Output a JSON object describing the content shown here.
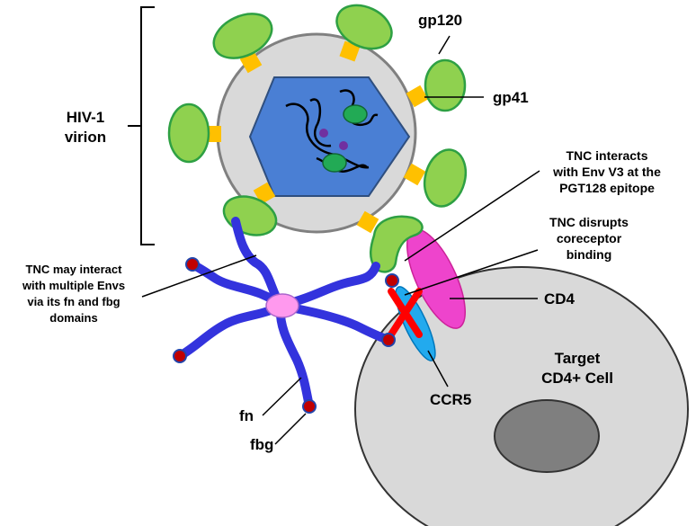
{
  "labels": {
    "virion_line1": "HIV-1",
    "virion_line2": "virion",
    "gp120": "gp120",
    "gp41": "gp41",
    "tnc_v3_line1": "TNC interacts",
    "tnc_v3_line2": "with Env V3 at the",
    "tnc_v3_line3": "PGT128 epitope",
    "tnc_disrupts_line1": "TNC disrupts",
    "tnc_disrupts_line2": "coreceptor",
    "tnc_disrupts_line3": "binding",
    "cd4": "CD4",
    "ccr5": "CCR5",
    "target_line1": "Target",
    "target_line2": "CD4+ Cell",
    "tnc_multi_line1": "TNC may interact",
    "tnc_multi_line2": "with multiple Envs",
    "tnc_multi_line3": "via its fn and fbg",
    "tnc_multi_line4": "domains",
    "fn": "fn",
    "fbg": "fbg"
  },
  "colors": {
    "virion_fill": "#d9d9d9",
    "capsid_fill": "#4a7fd4",
    "gp120_fill": "#8fd14f",
    "gp120_stroke": "#2ea043",
    "gp41_fill": "#ffc000",
    "tnc_arm": "#3333dd",
    "tnc_center": "#ff99ee",
    "fbg_knob": "#c00000",
    "cd4": "#ee44cc",
    "ccr5": "#22aaee",
    "block_x": "#ff0000",
    "cell_fill": "#d9d9d9",
    "nucleus_fill": "#7f7f7f"
  }
}
